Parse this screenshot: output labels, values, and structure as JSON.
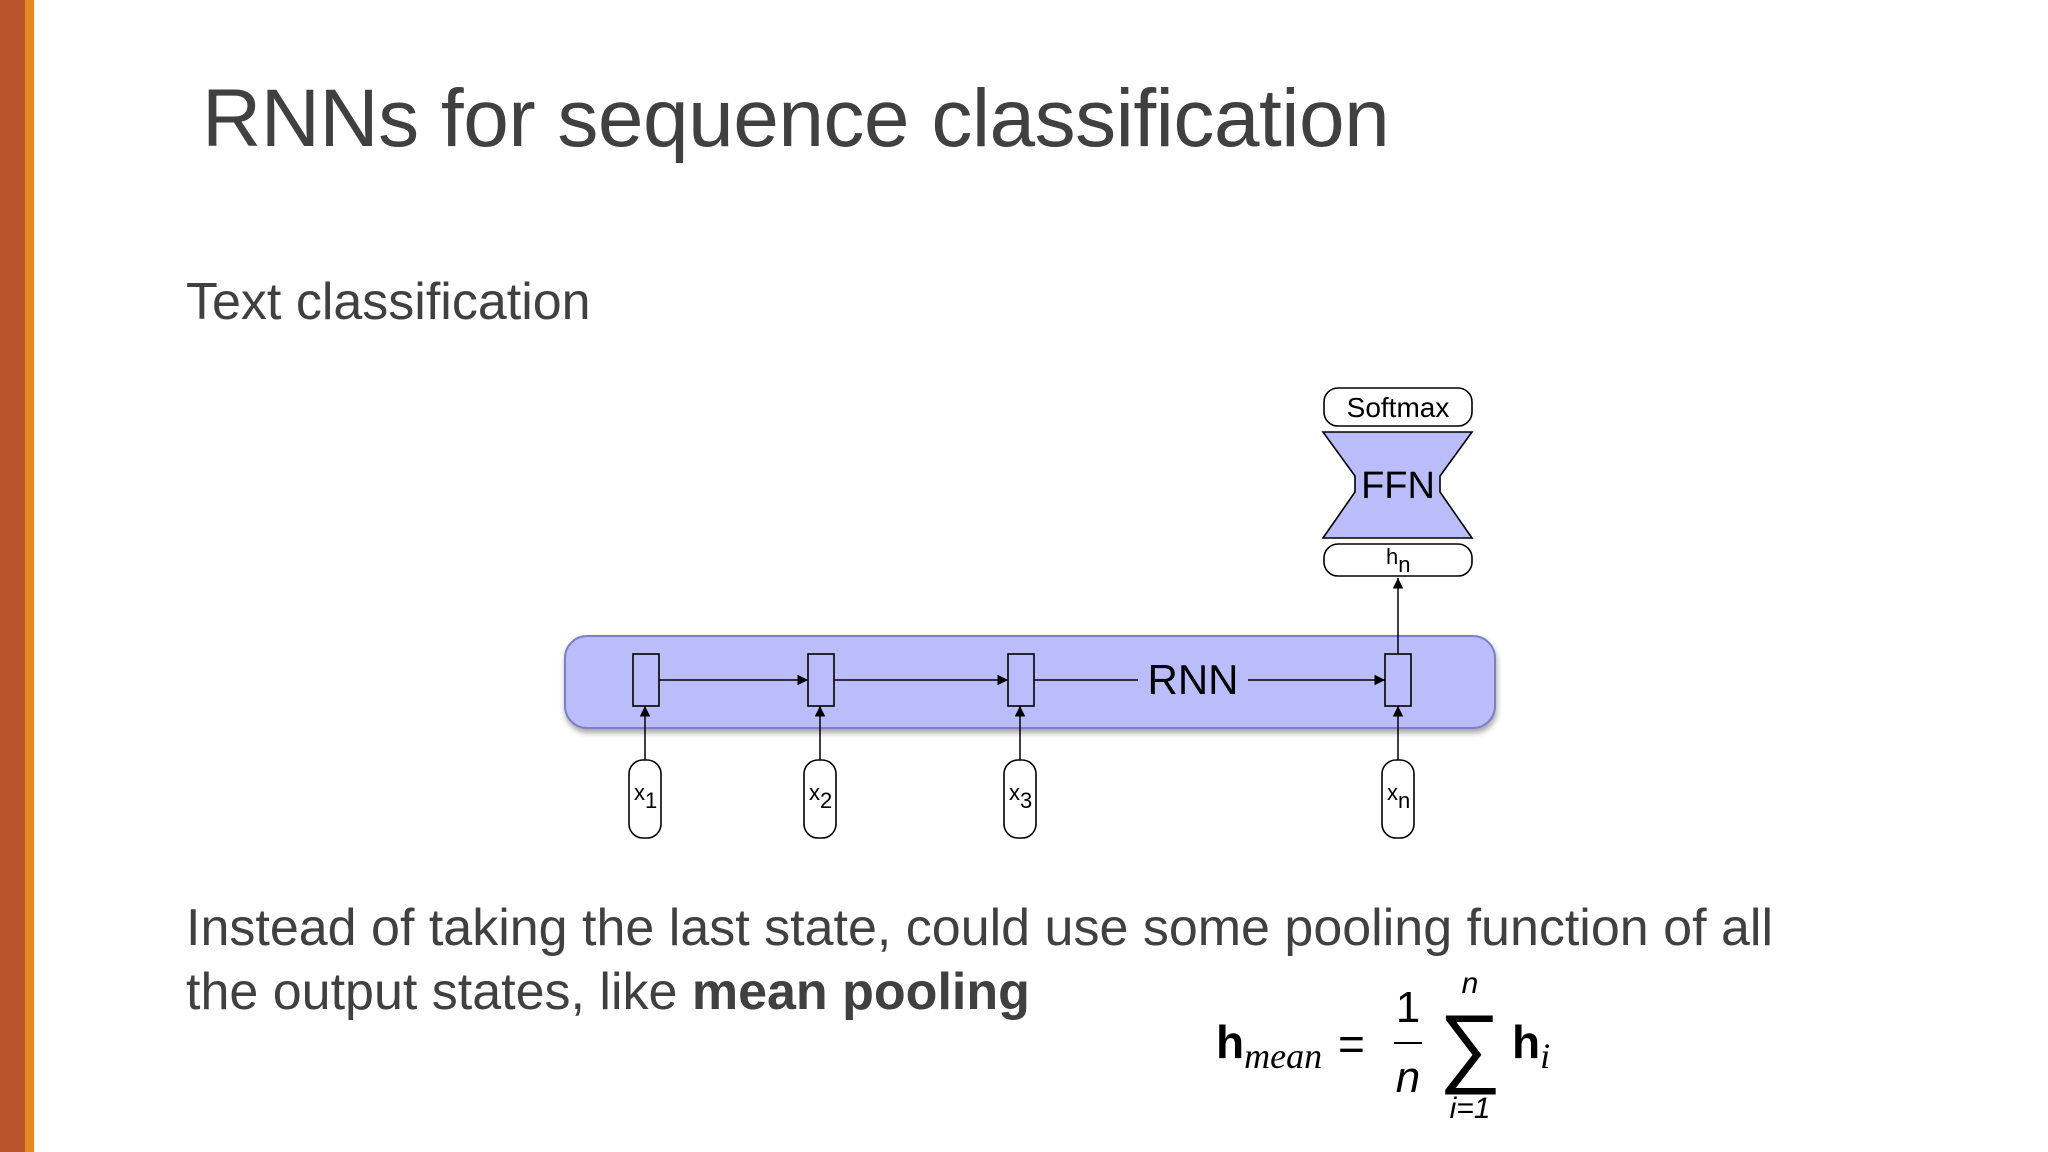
{
  "slide": {
    "title": "RNNs for sequence classification",
    "subtitle": "Text classification",
    "body_line1": "Instead of taking the last state, could use some pooling function of all",
    "body_line2_prefix": "the output states, like ",
    "body_line2_bold": "mean pooling"
  },
  "diagram": {
    "softmax_label": "Softmax",
    "ffn_label": "FFN",
    "rnn_label": "RNN",
    "hidden_label": "h",
    "hidden_sub": "n",
    "inputs": [
      {
        "base": "x",
        "sub": "1"
      },
      {
        "base": "x",
        "sub": "2"
      },
      {
        "base": "x",
        "sub": "3"
      },
      {
        "base": "x",
        "sub": "n"
      }
    ]
  },
  "formula": {
    "lhs_bold": "h",
    "lhs_sub": "mean",
    "equals": "=",
    "numerator": "1",
    "denominator": "n",
    "sum_upper": "n",
    "sum_symbol": "∑",
    "sum_lower": "i=1",
    "rhs_bold": "h",
    "rhs_sub": "i"
  },
  "colors": {
    "accent_dark": "#b9542c",
    "accent_light": "#e5871f",
    "diagram_fill": "#bbbdfb",
    "text": "#404040"
  }
}
